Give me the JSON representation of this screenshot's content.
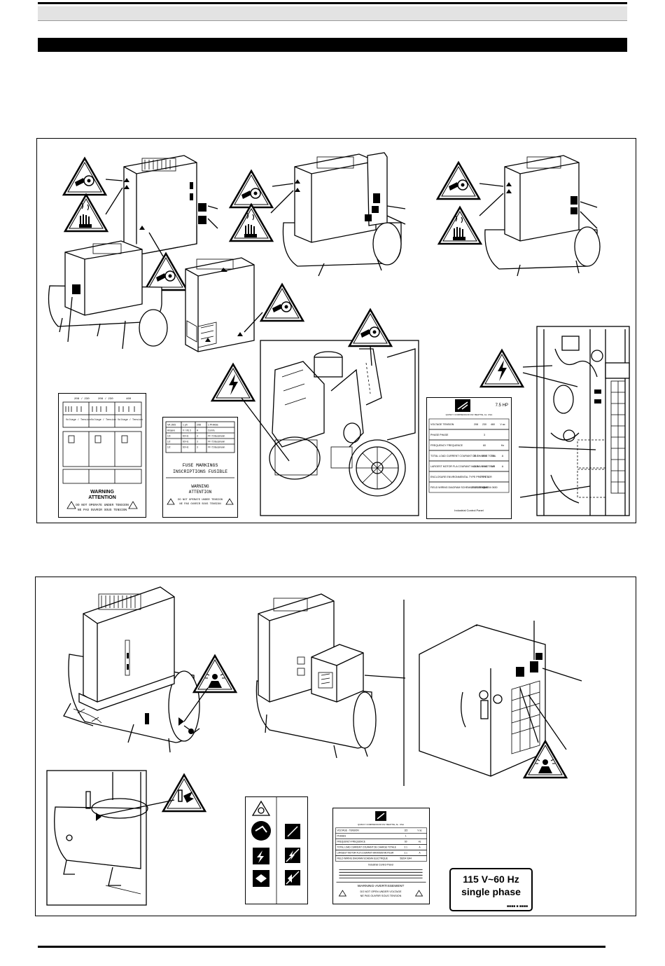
{
  "figure1": {
    "fuse_label": {
      "header": [
        "VA 1M3",
        "1 ph",
        "208",
        "1 PHASE"
      ],
      "rows": [
        [
          "Ampere",
          "V / VE 3",
          "A",
          "Comm."
        ],
        [
          "1/3",
          "60 Hz",
          "3",
          "FF / 5 Bussmann"
        ],
        [
          "1/2",
          "60 Hz",
          "3",
          "FF / 5 Bussmann"
        ],
        [
          "1/2",
          "60 Hz",
          "3",
          "FF / 5 Bussmann"
        ]
      ],
      "title_line1": "FUSE MARKINGS",
      "title_line2": "INSCRIPTIONS FUSIBLE",
      "warning_en": "WARNING",
      "warning_fr": "ATTENTION",
      "warn_text1": "DO NOT OPERATE UNDER TENSION",
      "warn_text2": "NE PAS OUVRIR SOUS TENSION"
    },
    "wiring_label": {
      "columns": [
        "208 / 230",
        "208 / 230",
        "460"
      ],
      "volt_rows": [
        "Voltage / Tension",
        "Voltage / Tension",
        "Voltage / Tension"
      ],
      "warning_en": "WARNING",
      "warning_fr": "ATTENTION",
      "warn_text1": "DO NOT OPERATE UNDER TENSION",
      "warn_text2": "NE PAS OUVRIR SOUS TENSION"
    },
    "rating_plate": {
      "hp": "7.5 HP",
      "company": "QUINCY COMPRESSOR DIV. BEATTIE, AL. USA",
      "rows": [
        {
          "label": "VOLTAGE TENSION",
          "values": [
            "208",
            "230",
            "460"
          ],
          "unit": "V ac"
        },
        {
          "label": "PHASE PHASE",
          "values": [
            "3"
          ],
          "unit": ""
        },
        {
          "label": "FREQUENCY FREQUENCE",
          "values": [
            "60"
          ],
          "unit": "Hz"
        },
        {
          "label": "TOTAL LOAD CURRENT COURANT DE CHARGE TOTAL",
          "values": [
            "21.5",
            "19.6",
            "9.8"
          ],
          "unit": "A"
        },
        {
          "label": "LARGEST MOTOR FLA COURANT MAXIMUM MOTEUR",
          "values": [
            "21.5",
            "19.6",
            "9.8"
          ],
          "unit": "A"
        },
        {
          "label": "ENCLOSURE ENVIRONMENTAL TYPE PROTECTOR",
          "values": [
            "TYPE 1"
          ],
          "unit": ""
        },
        {
          "label": "FIELD WIRING DIAGRAM SCHEMA ELECTRIQUE",
          "values": [
            "2202346186",
            "58204 0630"
          ],
          "unit": ""
        }
      ],
      "footer": "Industrial Control Panel"
    }
  },
  "figure2": {
    "voltage_label": {
      "line1": "115 V~60 Hz",
      "line2": "single phase"
    },
    "rating_plate": {
      "company": "QUINCY COMPRESSOR DIV. BEATTIE, AL. USA",
      "rows": [
        {
          "label": "VOLTAGE - TENSION",
          "values": [
            "115"
          ],
          "unit": "V ac"
        },
        {
          "label": "PHASES",
          "values": [
            "1"
          ],
          "unit": ""
        },
        {
          "label": "FREQUENCY-FREQUENCE",
          "values": [
            "60"
          ],
          "unit": "Hz"
        },
        {
          "label": "TOTAL LOAD CURRENT COURANT DE CHARGE TOTALE",
          "values": [
            "2.1"
          ],
          "unit": "A"
        },
        {
          "label": "LARGEST MOTOR FLA COURANT MAXIMUM MOTEUR",
          "values": [
            "2.1"
          ],
          "unit": "A"
        },
        {
          "label": "FIELD WIRING DIAGRAM SCHEMA ELECTRIQUE",
          "values": [
            "58204 0344"
          ],
          "unit": ""
        }
      ],
      "footer": "Industrial Control Panel",
      "warning": "WARNING-AVERTISSEMENT",
      "warn_text1": "DO NOT OPEN UNDER VOLTAGE",
      "warn_text2": "NE PAS OUVRIR SOUS TENSION"
    }
  },
  "icons": {
    "hand_fan": "hand-fan-warning-icon",
    "hand_hot": "hot-surface-warning-icon",
    "lightning": "electrical-hazard-icon",
    "person_air": "compressed-air-hazard-icon",
    "hand_pressure": "pressure-hazard-icon"
  }
}
